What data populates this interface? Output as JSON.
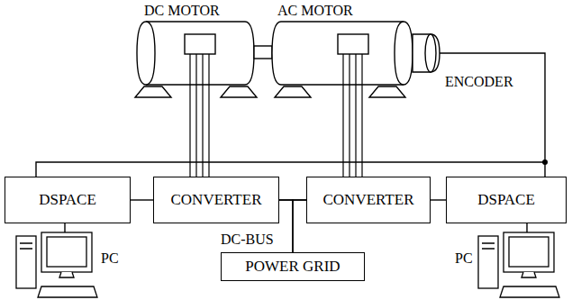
{
  "diagram": {
    "nodes": [
      {
        "text": [
          "DSPACE"
        ]
      },
      {
        "text": [
          "CONVERTER"
        ]
      },
      {
        "text": [
          "CONVERTER"
        ]
      },
      {
        "text": [
          "DSPACE"
        ]
      },
      {
        "text": [
          "POWER GRID"
        ]
      }
    ],
    "edges": [
      {
        "from": 0,
        "to": 1,
        "arrow": "none"
      },
      {
        "from": 1,
        "to": 2,
        "arrow": "none"
      },
      {
        "from": 1,
        "to": 4,
        "arrow": "none"
      },
      {
        "from": 2,
        "to": 4,
        "arrow": "none"
      },
      {
        "from": 2,
        "to": 3,
        "arrow": "none"
      }
    ],
    "labels": [
      "DC MOTOR",
      "AC MOTOR",
      "ENCODER",
      "DC-BUS",
      "PC",
      "PC"
    ]
  }
}
